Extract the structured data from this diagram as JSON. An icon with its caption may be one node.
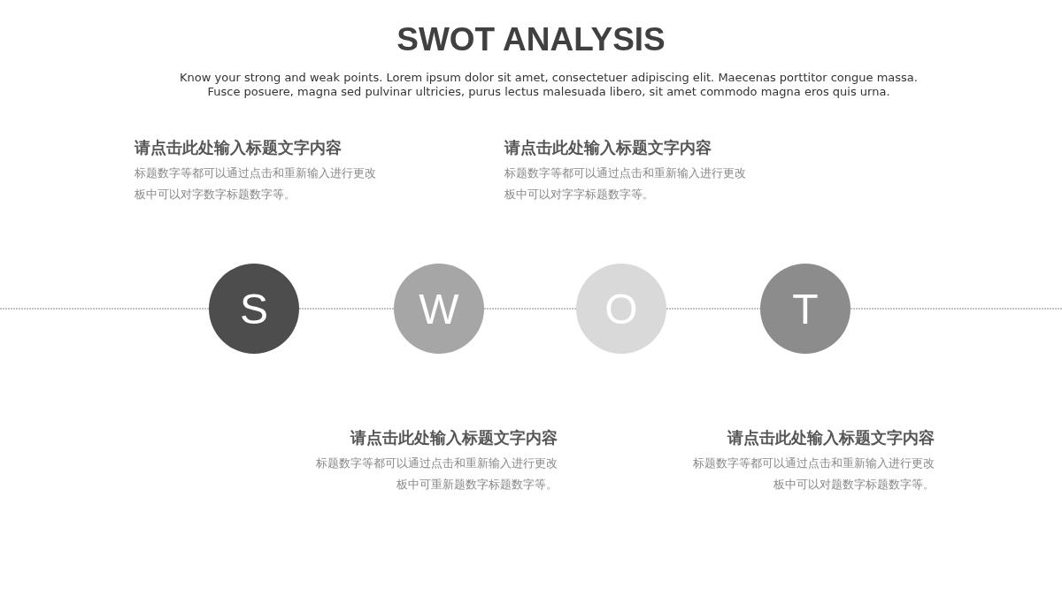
{
  "diagram": {
    "title": "SWOT ANALYSIS",
    "nodes": [
      {
        "text": [
          "S"
        ]
      },
      {
        "text": [
          "W"
        ]
      },
      {
        "text": [
          "O"
        ]
      },
      {
        "text": [
          "T"
        ]
      }
    ],
    "edges": [
      {
        "from": 0,
        "to": 1,
        "arrow": "none",
        "style": "dashed"
      },
      {
        "from": 1,
        "to": 2,
        "arrow": "none",
        "style": "dashed"
      },
      {
        "from": 2,
        "to": 3,
        "arrow": "none",
        "style": "dashed"
      }
    ],
    "labels": [
      "Know your strong and weak points. Lorem ipsum dolor sit amet, consectetuer adipiscing elit. Maecenas porttitor congue massa. Fusce posuere, magna sed pulvinar ultricies, purus lectus malesuada libero, sit amet commodo magna eros quis urna.",
      "请点击此处输入标题文字内容",
      "标题数字等都可以通过点击和重新输入进行更改板中可以对字数字标题数字等。",
      "请点击此处输入标题文字内容",
      "标题数字等都可以通过点击和重新输入进行更改板中可以对字字标题数字等。",
      "请点击此处输入标题文字内容",
      "标题数字等都可以通过点击和重新输入进行更改板中可重新题数字标题数字等。",
      "请点击此处输入标题文字内容",
      "标题数字等都可以通过点击和重新输入进行更改板中可以对题数字标题数字等。"
    ]
  }
}
